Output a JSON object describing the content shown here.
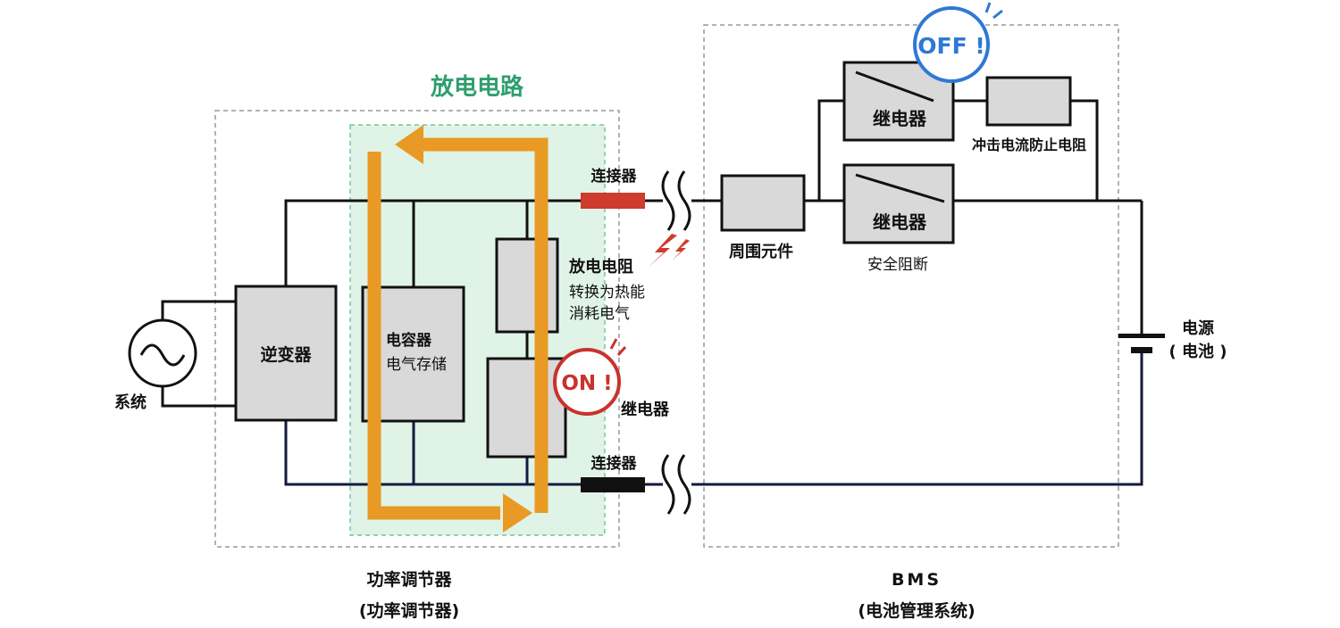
{
  "title": "放电电路",
  "system_label": "系统",
  "inverter_label": "逆变器",
  "capacitor": {
    "label": "电容器",
    "sub": "电气存储"
  },
  "discharge_resistor": {
    "label": "放电电阻",
    "desc_line1": "转换为热能",
    "desc_line2": "消耗电气"
  },
  "on_badge": "ON !",
  "relay_label": "继电器",
  "connector_top": "连接器",
  "connector_bottom": "连接器",
  "peripheral_label": "周围元件",
  "bms_relay_top": "继电器",
  "bms_relay_bottom": "继电器",
  "inrush_resistor_label": "冲击电流防止电阻",
  "safety_cutoff_label": "安全阻断",
  "off_badge": "OFF !",
  "battery_label_line1": "电源",
  "battery_label_line2": "( 电池 )",
  "group_pcs_line1": "功率调节器",
  "group_pcs_line2": "(功率调节器)",
  "group_bms_line1": "BMS",
  "group_bms_line2": "(电池管理系统)",
  "colors": {
    "title_green": "#2e9e6e",
    "discharge_fill": "#dff3e6",
    "arrow_orange": "#e89a25",
    "on_red": "#c8332c",
    "off_blue": "#2f78d6",
    "connector_red": "#cf3b2c",
    "box_fill": "#d9d9d9",
    "return_line": "#131a3f"
  }
}
